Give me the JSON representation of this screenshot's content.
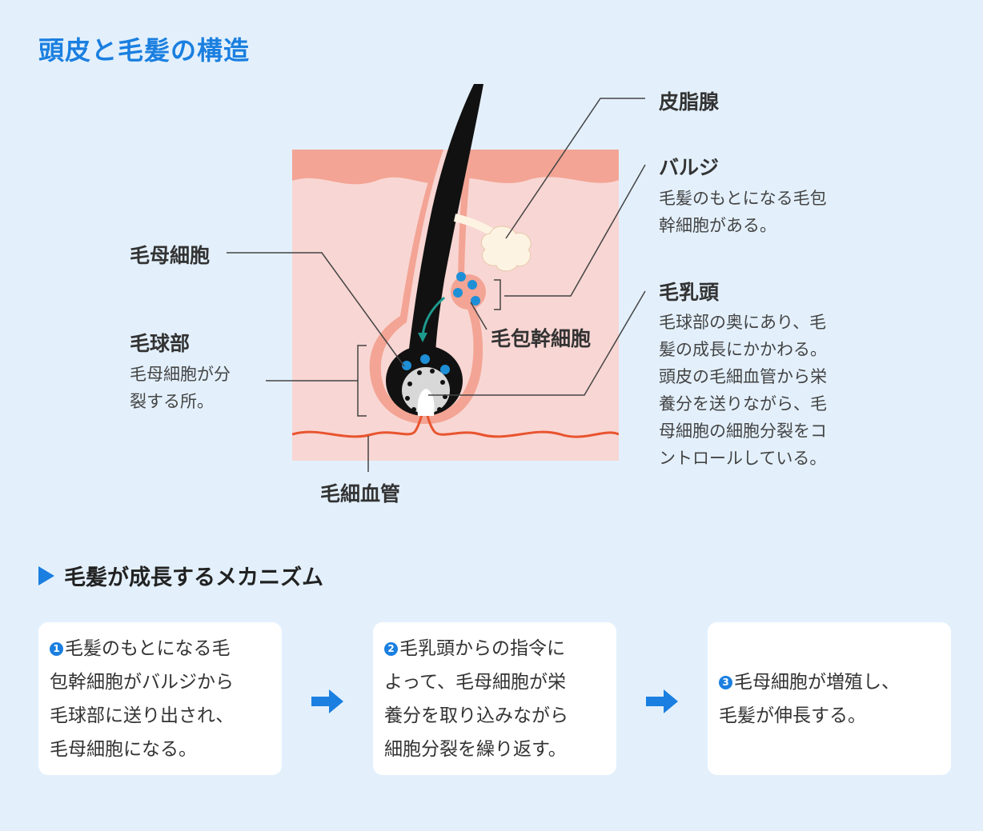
{
  "title": "頭皮と毛髪の構造",
  "colors": {
    "accent": "#1a7fe0",
    "skin_upper": "#f3a494",
    "skin_lower": "#f8d6d3",
    "blood_vessel": "#e8542e",
    "hair": "#111111",
    "stem_cell": "#1e8fd6",
    "sebaceous": "#fdf3e3",
    "arrow_teal": "#1d9a8e"
  },
  "diagram": {
    "labels": {
      "sebaceous_gland": "皮脂腺",
      "bulge": "バルジ",
      "bulge_desc_1": "毛髪のもとになる毛包",
      "bulge_desc_2": "幹細胞がある。",
      "dermal_papilla": "毛乳頭",
      "dermal_papilla_desc_1": "毛球部の奥にあり、毛",
      "dermal_papilla_desc_2": "髪の成長にかかわる。",
      "dermal_papilla_desc_3": "頭皮の毛細血管から栄",
      "dermal_papilla_desc_4": "養分を送りながら、毛",
      "dermal_papilla_desc_5": "母細胞の細胞分裂をコ",
      "dermal_papilla_desc_6": "ントロールしている。",
      "hair_matrix_cell": "毛母細胞",
      "hair_bulb": "毛球部",
      "hair_bulb_desc_1": "毛母細胞が分",
      "hair_bulb_desc_2": "裂する所。",
      "follicle_stem_cell": "毛包幹細胞",
      "capillary": "毛細血管"
    }
  },
  "mechanism": {
    "heading": "毛髪が成長するメカニズム",
    "steps": [
      {
        "num": "1",
        "lines": [
          "毛髪のもとになる毛",
          "包幹細胞がバルジから",
          "毛球部に送り出され、",
          "毛母細胞になる。"
        ]
      },
      {
        "num": "2",
        "lines": [
          "毛乳頭からの指令に",
          "よって、毛母細胞が栄",
          "養分を取り込みながら",
          "細胞分裂を繰り返す。"
        ]
      },
      {
        "num": "3",
        "lines": [
          "毛母細胞が増殖し、",
          "毛髪が伸長する。"
        ]
      }
    ],
    "arrow_icon": "right-arrow-icon"
  }
}
